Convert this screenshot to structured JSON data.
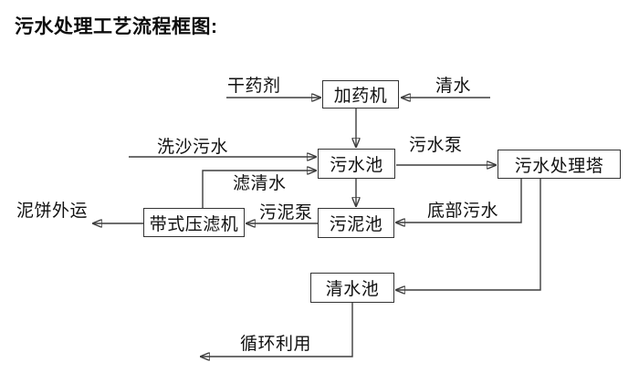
{
  "title": "污水处理工艺流程框图:",
  "diagram": {
    "nodes": {
      "dosing_machine": "加药机",
      "sewage_pool": "污水池",
      "treatment_tower": "污水处理塔",
      "belt_filter_press": "带式压滤机",
      "sludge_pool": "污泥池",
      "clean_water_pool": "清水池"
    },
    "flow_labels": {
      "dry_chemical": "干药剂",
      "clean_water": "清水",
      "sand_washing_sewage": "洗沙污水",
      "filtered_water": "滤清水",
      "sewage_pump": "污水泵",
      "sludge_pump": "污泥泵",
      "mud_cake_shipped_out": "泥饼外运",
      "bottom_sewage": "底部污水",
      "recycled_use": "循环利用"
    },
    "colors": {
      "line": "#3d3d3d",
      "box_border": "#333333",
      "text": "#111111",
      "background": "#ffffff"
    }
  }
}
